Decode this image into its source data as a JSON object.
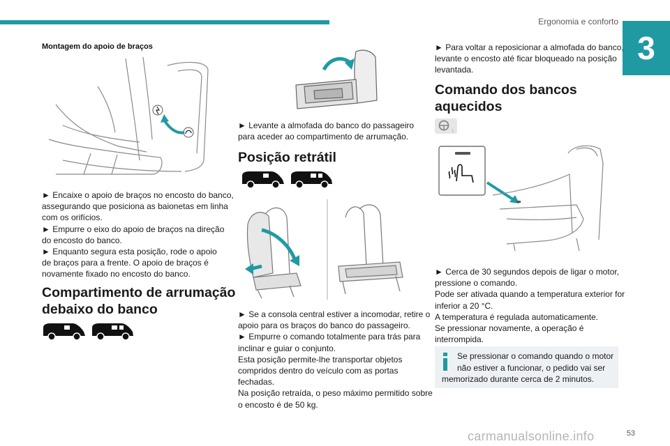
{
  "header": {
    "section_title": "Ergonomia e conforto",
    "chapter_number": "3"
  },
  "col1": {
    "armrest_heading": "Montagem do apoio de braços",
    "armrest_steps": [
      "► Encaixe o apoio de braços no encosto do banco,",
      "assegurando que posiciona as baionetas em linha",
      "com os orifícios.",
      "► Empurre o eixo do apoio de braços na direção",
      "do encosto do banco.",
      "► Enquanto segura esta posição, rode o apoio",
      "de braços para a frente. O apoio de braços é",
      "novamente fixado no encosto do banco."
    ],
    "storage_heading": [
      "Compartimento de arrumação",
      "debaixo do banco"
    ]
  },
  "col2": {
    "lift_text": [
      "► Levante a almofada do banco do passageiro",
      "para aceder ao compartimento de arrumação."
    ],
    "retract_heading": "Posição retrátil",
    "retract_text": [
      "► Se a consola central estiver a incomodar, retire o",
      "apoio para os braços do banco do passageiro.",
      "► Empurre o comando totalmente para trás para",
      "inclinar e guiar o conjunto.",
      "Esta posição permite-lhe transportar objetos",
      "compridos dentro do veículo com as portas",
      "fechadas.",
      "Na posição retraída, o peso máximo permitido sobre",
      "o encosto é de 50 kg."
    ]
  },
  "col3": {
    "reposition_text": [
      "► Para voltar a reposicionar a almofada do banco,",
      "levante o encosto até ficar bloqueado na posição",
      "levantada."
    ],
    "heated_heading": [
      "Comando dos bancos",
      "aquecidos"
    ],
    "heated_text": [
      "► Cerca de 30 segundos depois de ligar o motor,",
      "pressione o comando.",
      "Pode ser ativada quando a temperatura exterior for",
      "inferior a 20 °C.",
      "A temperatura é regulada automaticamente.",
      "Se pressionar novamente, a operação é",
      "interrompida."
    ],
    "note": [
      "Se pressionar o comando quando o motor",
      "não estiver a funcionar, o pedido vai ser",
      "memorizado durante cerca de 2 minutos."
    ]
  },
  "footer": {
    "page_number": "53",
    "watermark": "carmanualsonline.info"
  },
  "colors": {
    "accent": "#1f9aa3",
    "note_bg": "#eef1f4",
    "text": "#1a1a1a"
  }
}
